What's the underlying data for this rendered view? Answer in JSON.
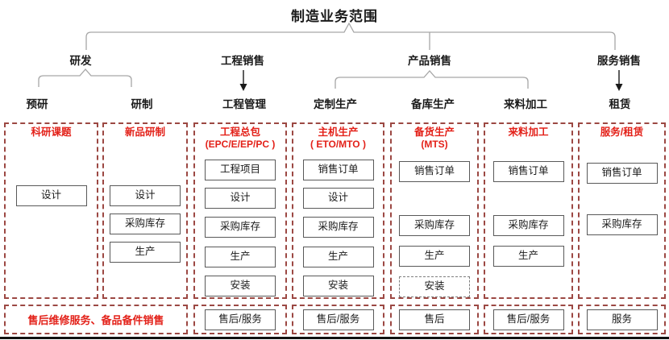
{
  "title": "制造业务范围",
  "level2": {
    "rd": "研发",
    "eng_sales": "工程销售",
    "product_sales": "产品销售",
    "service_sales": "服务销售"
  },
  "level3": {
    "pre_research": "预研",
    "development": "研制",
    "eng_mgmt": "工程管理",
    "custom_production": "定制生产",
    "stock_production": "备库生产",
    "incoming_processing": "来料加工",
    "leasing": "租赁"
  },
  "columns": [
    {
      "header": "科研课题",
      "sub": "",
      "boxes": [
        "设计"
      ]
    },
    {
      "header": "新品研制",
      "sub": "",
      "boxes": [
        "设计",
        "采购库存",
        "生产"
      ]
    },
    {
      "header": "工程总包",
      "sub": "(EPC/E/EP/PC )",
      "boxes": [
        "工程项目",
        "设计",
        "采购库存",
        "生产",
        "安装"
      ]
    },
    {
      "header": "主机生产",
      "sub": "( ETO/MTO )",
      "boxes": [
        "销售订单",
        "设计",
        "采购库存",
        "生产",
        "安装"
      ]
    },
    {
      "header": "备货生产",
      "sub": "(MTS)",
      "boxes": [
        "销售订单",
        "采购库存",
        "生产",
        "安装"
      ]
    },
    {
      "header": "来料加工",
      "sub": "",
      "boxes": [
        "销售订单",
        "采购库存",
        "生产"
      ]
    },
    {
      "header": "服务/租赁",
      "sub": "",
      "boxes": [
        "销售订单",
        "采购库存"
      ]
    }
  ],
  "bottom_row": {
    "merged_label": "售后维修服务、备品备件销售",
    "boxes": [
      "售后/服务",
      "售后/服务",
      "售后",
      "售后/服务",
      "服务"
    ]
  },
  "colors": {
    "header_red": "#e32119",
    "dashed_border_maroon": "#9c4843",
    "box_border_gray": "#595959",
    "connector_gray": "#a6a6a6",
    "text_black": "#1a1a1a"
  }
}
